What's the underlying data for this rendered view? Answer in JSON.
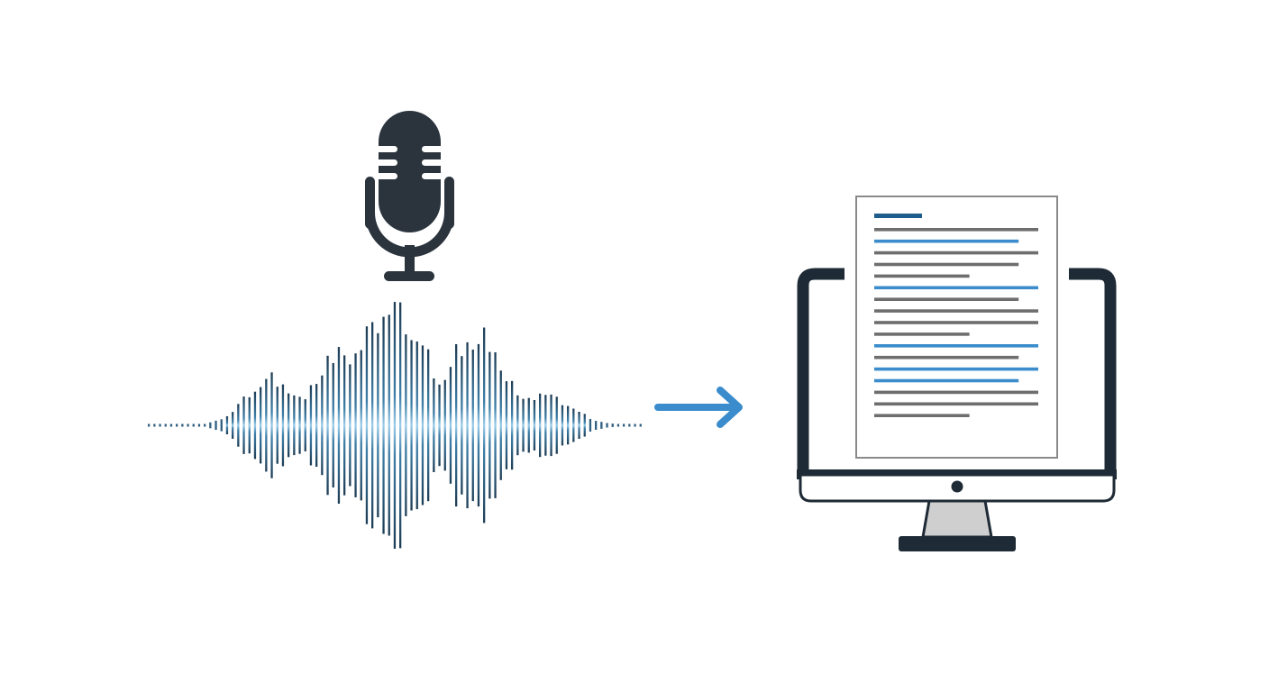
{
  "diagram": {
    "flow": [
      "microphone-icon",
      "sound-wave",
      "arrow-right-icon",
      "transcript-document",
      "computer-monitor-icon"
    ],
    "colors": {
      "background": "#ffffff",
      "icon_dark": "#2b343d",
      "wave_dark": "#1e3d55",
      "wave_mid": "#3f7fa8",
      "wave_light": "#8cc3e3",
      "arrow": "#3a8ccc",
      "doc_border": "#8a8a8a",
      "doc_line_gray": "#6e6e6e",
      "doc_line_blue": "#3a8ccc",
      "doc_heading": "#1f5e8c",
      "monitor_stand": "#cfcfcf"
    },
    "document": {
      "line_colors": [
        "gray",
        "blue",
        "gray",
        "gray",
        "gray",
        "blue",
        "gray",
        "gray",
        "gray",
        "gray",
        "blue",
        "gray",
        "blue",
        "blue",
        "gray",
        "gray",
        "gray"
      ],
      "line_lengths": [
        1.0,
        0.88,
        1.0,
        0.88,
        0.58,
        1.0,
        0.88,
        1.0,
        1.0,
        0.58,
        1.0,
        0.88,
        1.0,
        0.88,
        1.0,
        1.0,
        0.58
      ]
    }
  }
}
